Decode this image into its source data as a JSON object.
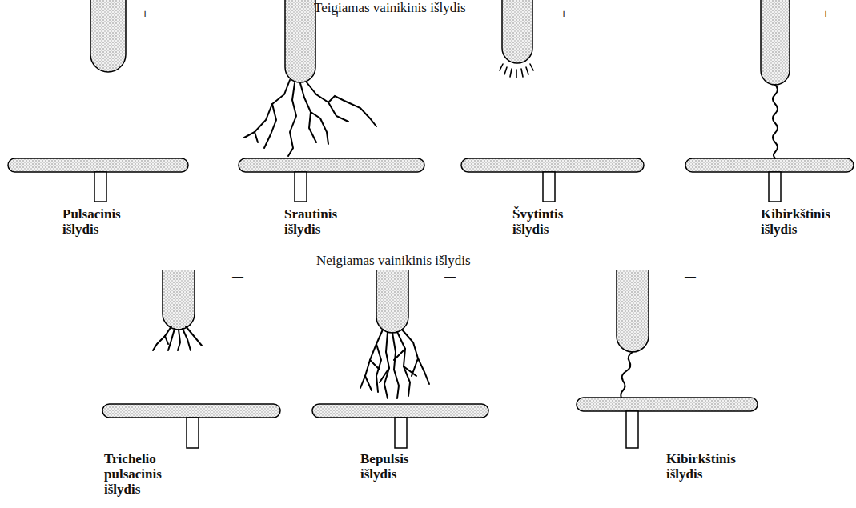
{
  "diagram": {
    "labels": [
      "Teigiamas vainikinis išlydis",
      "+",
      "+",
      "+",
      "+",
      "Pulsacinis išlydis",
      "Srautinis išlydis",
      "Švytintis išlydis",
      "Kibirkštinis išlydis",
      "Neigiamas vainikinis išlydis",
      "—",
      "—",
      "—",
      "Trichelio pulsacinis išlydis",
      "Bepulsis išlydis",
      "Kibirkštinis išlydis"
    ]
  }
}
